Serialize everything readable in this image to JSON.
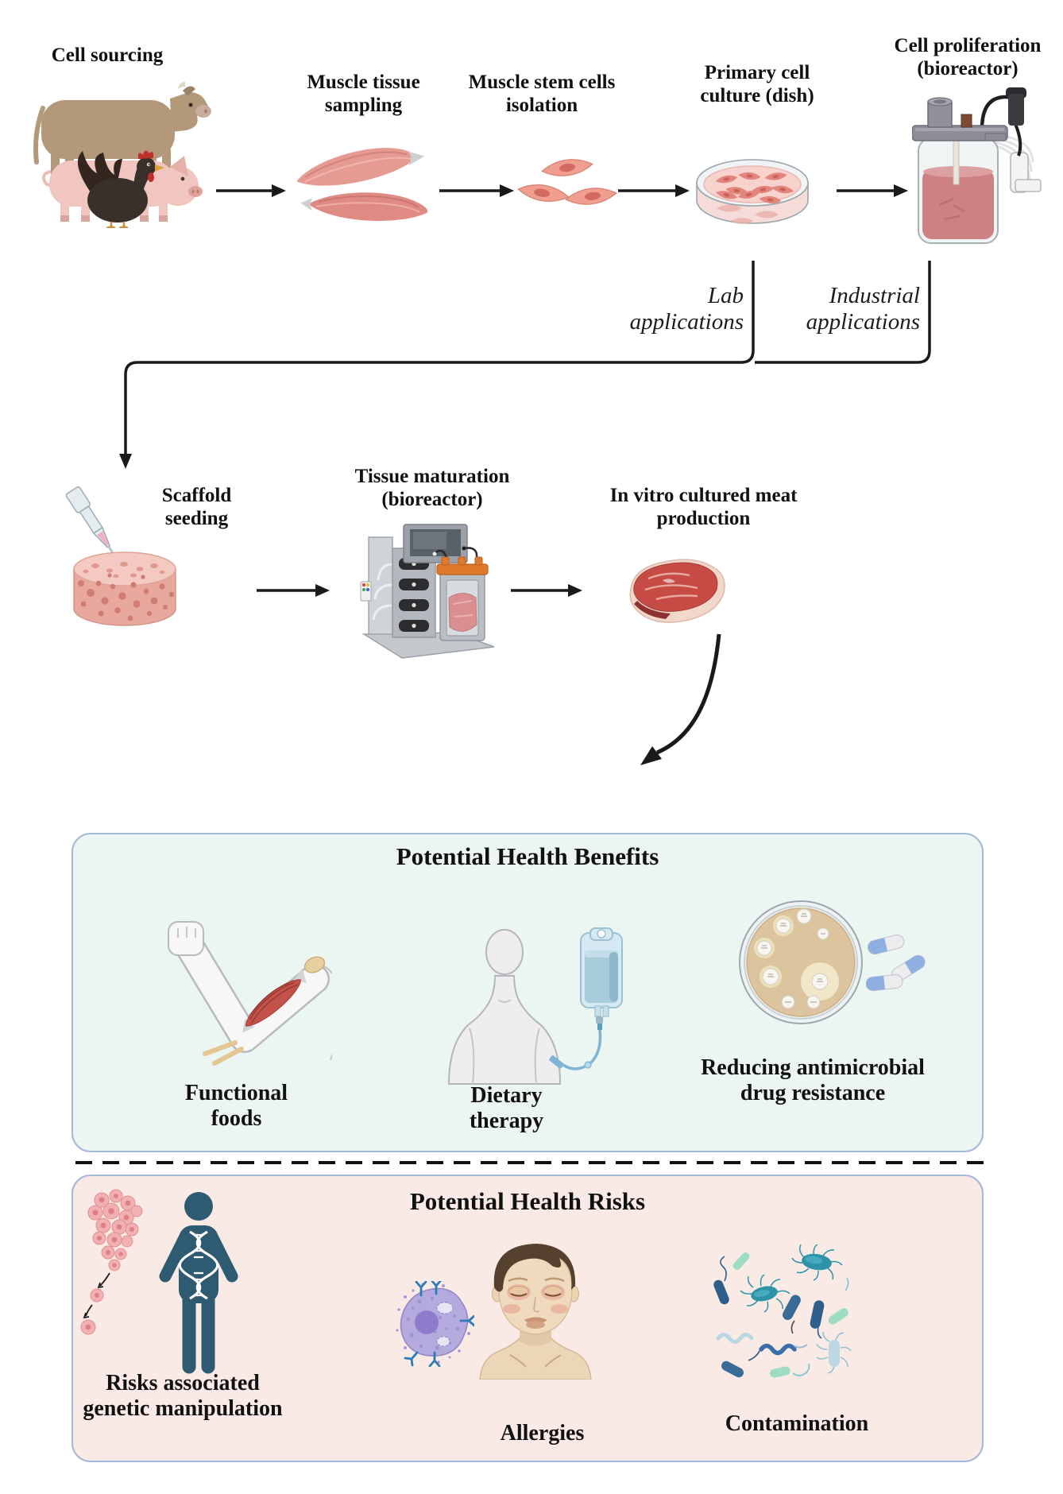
{
  "process": {
    "cell_sourcing": "Cell sourcing",
    "muscle_tissue_sampling": "Muscle tissue\nsampling",
    "muscle_stem_cells_isolation": "Muscle stem cells\nisolation",
    "primary_cell_culture": "Primary cell\nculture (dish)",
    "cell_proliferation": "Cell proliferation\n(bioreactor)",
    "lab_applications": "Lab\napplications",
    "industrial_applications": "Industrial\napplications",
    "scaffold_seeding": "Scaffold\nseeding",
    "tissue_maturation": "Tissue maturation\n(bioreactor)",
    "in_vitro_production": "In vitro cultured meat\nproduction"
  },
  "benefits": {
    "title": "Potential Health Benefits",
    "bg": "#ebf5f1",
    "border": "#a3b8d8",
    "items": [
      {
        "label": "Functional\nfoods",
        "icon": "flexed-arm-muscle"
      },
      {
        "label": "Dietary\ntherapy",
        "icon": "patient-with-iv-bag"
      },
      {
        "label": "Reducing antimicrobial\ndrug resistance",
        "icon": "antibiogram-and-capsules"
      }
    ]
  },
  "risks": {
    "title": "Potential Health Risks",
    "bg": "#faeae6",
    "border": "#a3b8d8",
    "items": [
      {
        "label": "Risks associated\ngenetic manipulation",
        "icon": "dna-person-and-cells"
      },
      {
        "label": "Allergies",
        "icon": "mast-cell-and-swollen-face"
      },
      {
        "label": "Contamination",
        "icon": "bacteria-field"
      }
    ]
  }
}
